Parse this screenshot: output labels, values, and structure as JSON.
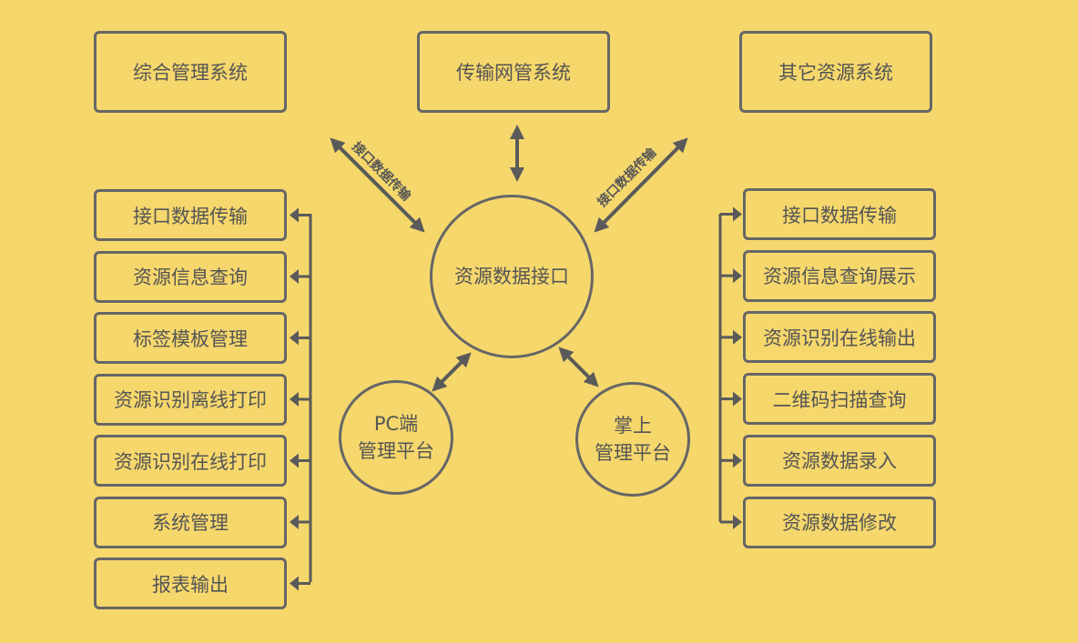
{
  "top": {
    "left": "综合管理系统",
    "center": "传输网管系统",
    "right": "其它资源系统"
  },
  "connectors": {
    "left_label": "接口数据传输",
    "right_label": "接口数据传输"
  },
  "hub": "资源数据接口",
  "pc": {
    "line1": "PC端",
    "line2": "管理平台"
  },
  "mobile": {
    "line1": "掌上",
    "line2": "管理平台"
  },
  "left_items": [
    "接口数据传输",
    "资源信息查询",
    "标签模板管理",
    "资源识别离线打印",
    "资源识别在线打印",
    "系统管理",
    "报表输出"
  ],
  "right_items": [
    "接口数据传输",
    "资源信息查询展示",
    "资源识别在线输出",
    "二维码扫描查询",
    "资源数据录入",
    "资源数据修改"
  ],
  "colors": {
    "background": "#f5d76c",
    "stroke": "#666666",
    "text": "#555555"
  }
}
